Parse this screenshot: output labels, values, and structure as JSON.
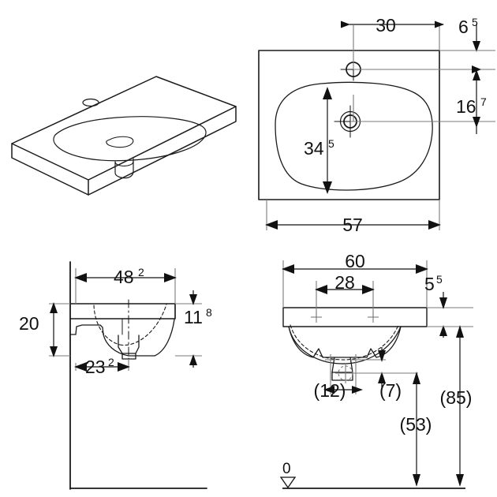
{
  "drawing": {
    "title": "Washbasin dimensional drawing",
    "units": "cm",
    "line_color": "#1a1a1a",
    "dim_line_color": "#7a7a7a",
    "datum_label": "0"
  },
  "views": {
    "iso": {
      "name": "isometric-view"
    },
    "top": {
      "name": "top-view"
    },
    "side": {
      "name": "side-section-view"
    },
    "front": {
      "name": "front-section-view"
    }
  },
  "dimensions": {
    "top_view": [
      {
        "id": "tap-hole-from-right",
        "value": "30",
        "sup": "",
        "orientation": "horizontal"
      },
      {
        "id": "rim-to-tap-hole",
        "value": "6",
        "sup": "5",
        "orientation": "vertical"
      },
      {
        "id": "tap-hole-to-drain",
        "value": "16",
        "sup": "7",
        "orientation": "vertical"
      },
      {
        "id": "bowl-depth-front-back",
        "value": "34",
        "sup": "5",
        "orientation": "vertical"
      },
      {
        "id": "overall-depth",
        "value": "57",
        "sup": "",
        "orientation": "horizontal"
      }
    ],
    "side_view": [
      {
        "id": "bowl-length-side",
        "value": "48",
        "sup": "2",
        "orientation": "horizontal"
      },
      {
        "id": "height-to-underside",
        "value": "20",
        "sup": "",
        "orientation": "vertical"
      },
      {
        "id": "bowl-height-side",
        "value": "11",
        "sup": "8",
        "orientation": "vertical"
      },
      {
        "id": "wall-to-drain",
        "value": "23",
        "sup": "2",
        "orientation": "horizontal"
      }
    ],
    "front_view": [
      {
        "id": "overall-width",
        "value": "60",
        "sup": "",
        "orientation": "horizontal"
      },
      {
        "id": "fixing-hole-spacing",
        "value": "28",
        "sup": "",
        "orientation": "horizontal"
      },
      {
        "id": "rim-thickness",
        "value": "5",
        "sup": "5",
        "orientation": "vertical"
      },
      {
        "id": "fixing-offset",
        "value": "(12)",
        "sup": "",
        "orientation": "horizontal"
      },
      {
        "id": "trap-offset",
        "value": "(7)",
        "sup": "",
        "orientation": "horizontal"
      },
      {
        "id": "height-to-trap",
        "value": "(53)",
        "sup": "",
        "orientation": "vertical"
      },
      {
        "id": "height-to-rim",
        "value": "(85)",
        "sup": "",
        "orientation": "vertical"
      }
    ]
  },
  "labels": {
    "d30": "30",
    "d6": "6",
    "d6s": "5",
    "d16": "16",
    "d16s": "7",
    "d345": "34",
    "d345s": "5",
    "d57": "57",
    "d482": "48",
    "d482s": "2",
    "d20": "20",
    "d118": "11",
    "d118s": "8",
    "d232": "23",
    "d232s": "2",
    "d60": "60",
    "d28": "28",
    "d55": "5",
    "d55s": "5",
    "d12": "(12)",
    "d7": "(7)",
    "d53": "(53)",
    "d85": "(85)",
    "zero": "0"
  }
}
